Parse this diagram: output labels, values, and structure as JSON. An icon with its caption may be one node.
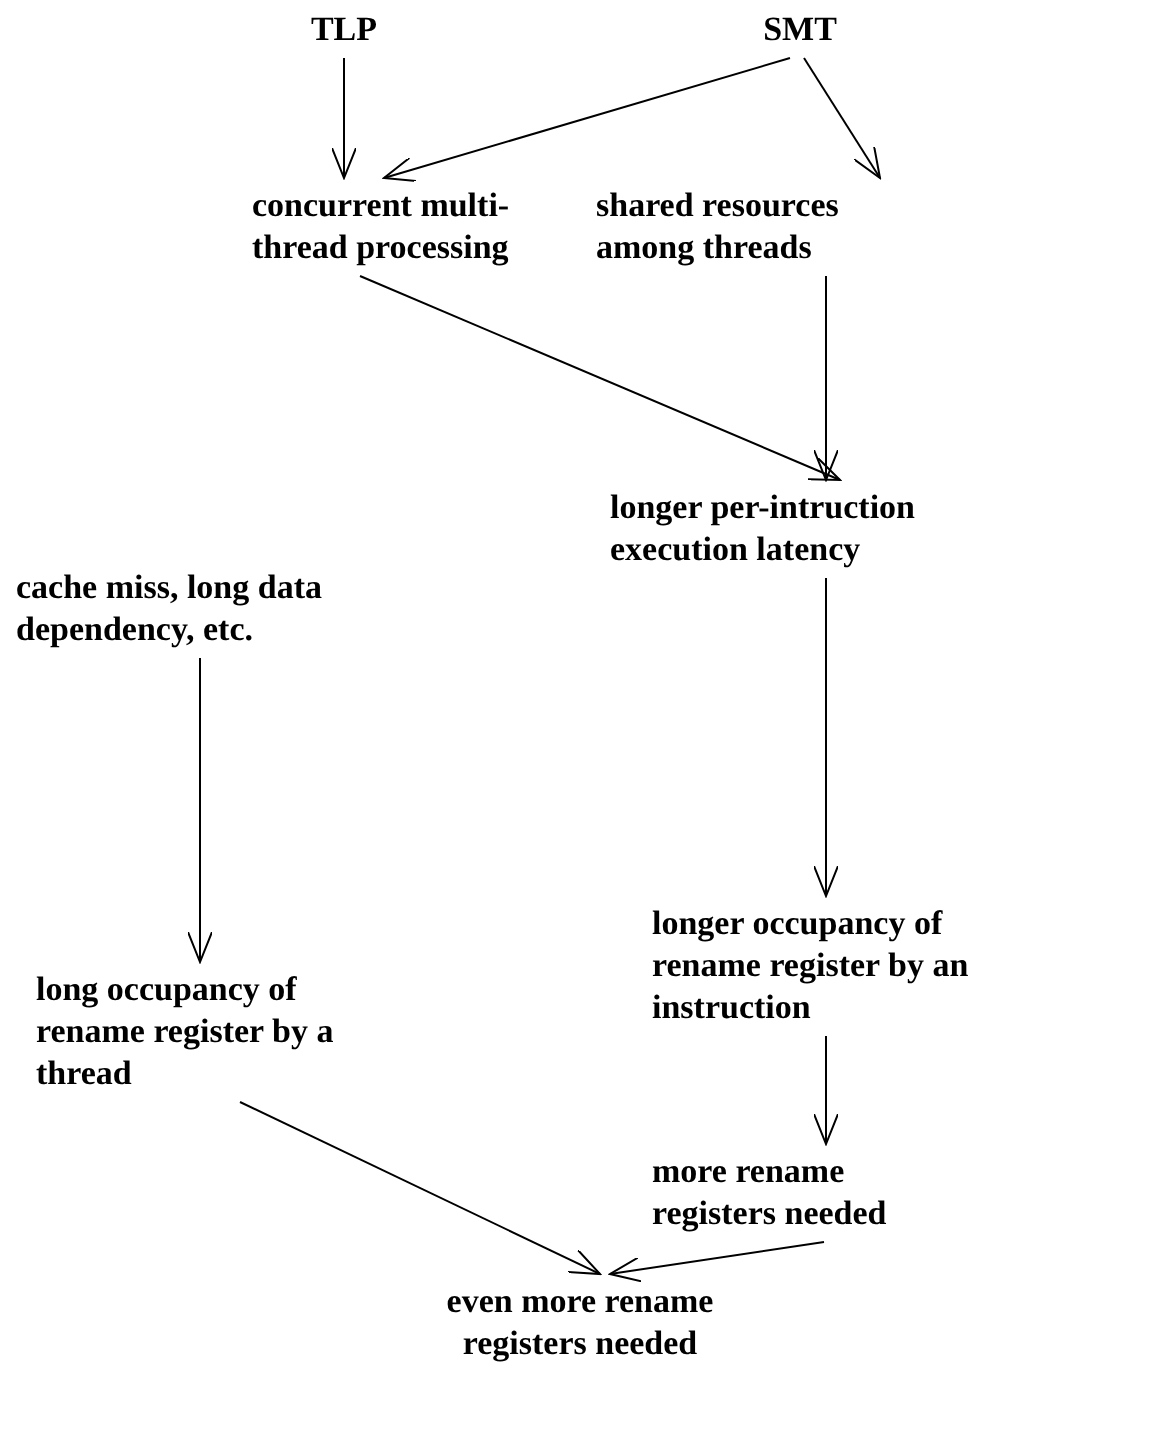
{
  "diagram": {
    "nodes": [
      {
        "text": [
          "TLP"
        ]
      },
      {
        "text": [
          "SMT"
        ]
      },
      {
        "text": [
          "concurrent multi- thread processing"
        ]
      },
      {
        "text": [
          "shared resources among threads"
        ]
      },
      {
        "text": [
          "longer per-intruction execution latency"
        ]
      },
      {
        "text": [
          "cache miss, long data dependency, etc."
        ]
      },
      {
        "text": [
          "long occupancy of rename register by a thread"
        ]
      },
      {
        "text": [
          "longer occupancy of rename register by an instruction"
        ]
      },
      {
        "text": [
          "more rename registers needed"
        ]
      },
      {
        "text": [
          "even more rename registers needed"
        ]
      }
    ],
    "edges": [
      {
        "from": 0,
        "to": 2,
        "arrow": "to"
      },
      {
        "from": 1,
        "to": 2,
        "arrow": "to"
      },
      {
        "from": 1,
        "to": 3,
        "arrow": "to"
      },
      {
        "from": 2,
        "to": 4,
        "arrow": "to"
      },
      {
        "from": 3,
        "to": 4,
        "arrow": "to"
      },
      {
        "from": 4,
        "to": 7,
        "arrow": "to"
      },
      {
        "from": 5,
        "to": 6,
        "arrow": "to"
      },
      {
        "from": 7,
        "to": 8,
        "arrow": "to"
      },
      {
        "from": 6,
        "to": 9,
        "arrow": "to"
      },
      {
        "from": 8,
        "to": 9,
        "arrow": "to"
      }
    ]
  }
}
